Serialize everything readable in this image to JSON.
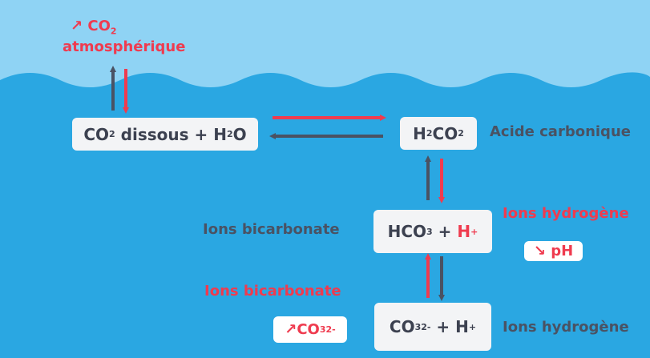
{
  "colors": {
    "sky": "#8fd3f4",
    "water": "#2aa7e2",
    "box": "#f3f4f6",
    "gray_text": "#4a5263",
    "red_text": "#ef3b4f"
  },
  "atmosphere": {
    "arrow_symbol": "↗",
    "co": "CO",
    "sub2": "2",
    "label": "atmosphérique"
  },
  "dissolved": {
    "co": "CO",
    "sub2": "2",
    "mid": " dissous + H",
    "sub2b": "2",
    "tail": "O"
  },
  "carbonic": {
    "h": "H",
    "sub2": "2",
    "co": "CO",
    "sub2b": "2",
    "label": "Acide carbonique"
  },
  "bicarbonate": {
    "hco": "HCO",
    "sub3": "3",
    "plus": " + ",
    "h": "H",
    "sup": "+",
    "label_left": "Ions bicarbonate",
    "label_right": "Ions hydrogène",
    "ph_arrow": "↘",
    "ph": "pH"
  },
  "carbonate": {
    "co": "CO",
    "sub3": "3",
    "sup": "2-",
    "tail": " + H",
    "sup_plus": "+",
    "label_left": "Ions bicarbonate",
    "label_right": "Ions hydrogène",
    "badge_arrow": "↗",
    "badge_co": "CO",
    "badge_sub": "3",
    "badge_sup": "2-"
  }
}
